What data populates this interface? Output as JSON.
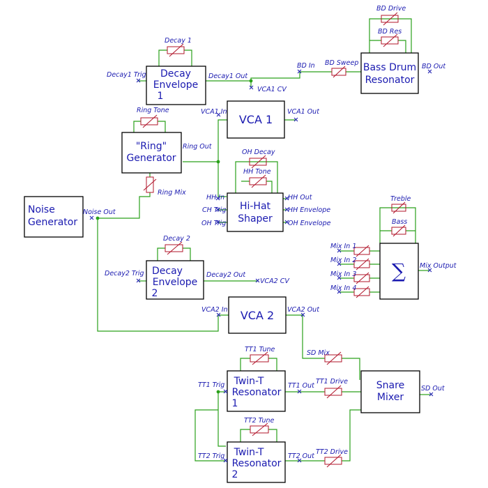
{
  "blocks": {
    "decay_env_1": [
      "Decay",
      "Envelope",
      "1"
    ],
    "bass_drum": [
      "Bass Drum",
      "Resonator"
    ],
    "vca1": [
      "VCA 1"
    ],
    "ring_gen": [
      "\"Ring\"",
      "Generator"
    ],
    "hihat": [
      "Hi-Hat",
      "Shaper"
    ],
    "noise_gen": [
      "Noise",
      "Generator"
    ],
    "decay_env_2": [
      "Decay",
      "Envelope",
      "2"
    ],
    "vca2": [
      "VCA 2"
    ],
    "mixer_sum": "∑",
    "twin_t_1": [
      "Twin-T",
      "Resonator",
      "1"
    ],
    "twin_t_2": [
      "Twin-T",
      "Resonator",
      "2"
    ],
    "snare_mixer": [
      "Snare",
      "Mixer"
    ]
  },
  "pots": {
    "bd_drive": "BD Drive",
    "bd_res": "BD Res",
    "decay1": "Decay 1",
    "bd_sweep": "BD Sweep",
    "ring_tone": "Ring Tone",
    "ring_mix": "Ring Mix",
    "oh_decay": "OH Decay",
    "hh_tone": "HH Tone",
    "treble": "Treble",
    "bass": "Bass",
    "decay2": "Decay 2",
    "sd_mix": "SD Mix",
    "tt1_tune": "TT1 Tune",
    "tt1_drive": "TT1 Drive",
    "tt2_tune": "TT2 Tune",
    "tt2_drive": "TT2 Drive"
  },
  "ports": {
    "decay1_trig": "Decay1 Trig",
    "decay1_out": "Decay1 Out",
    "vca1_cv": "VCA1 CV",
    "bd_in": "BD In",
    "bd_out": "BD Out",
    "vca1_in": "VCA1 In",
    "vca1_out": "VCA1 Out",
    "ring_out": "Ring Out",
    "hh_in": "HH In",
    "ch_trig": "CH Trig",
    "oh_trig": "OH Trig",
    "hh_out": "HH Out",
    "hh_envelope_1": "HH Envelope",
    "oh_envelope": "OH Envelope",
    "noise_out": "Noise Out",
    "mix_in_1": "Mix In 1",
    "mix_in_2": "Mix In 2",
    "mix_in_3": "Mix In 3",
    "mix_in_4": "Mix In 4",
    "mix_output": "Mix Output",
    "decay2_trig": "Decay2 Trig",
    "decay2_out": "Decay2 Out",
    "vca2_cv": "VCA2 CV",
    "vca2_in": "VCA2 In",
    "vca2_out": "VCA2 Out",
    "tt1_trig": "TT1 Trig",
    "tt1_out": "TT1 Out",
    "tt2_trig": "TT2 Trig",
    "tt2_out": "TT2 Out",
    "sd_out": "SD Out"
  }
}
